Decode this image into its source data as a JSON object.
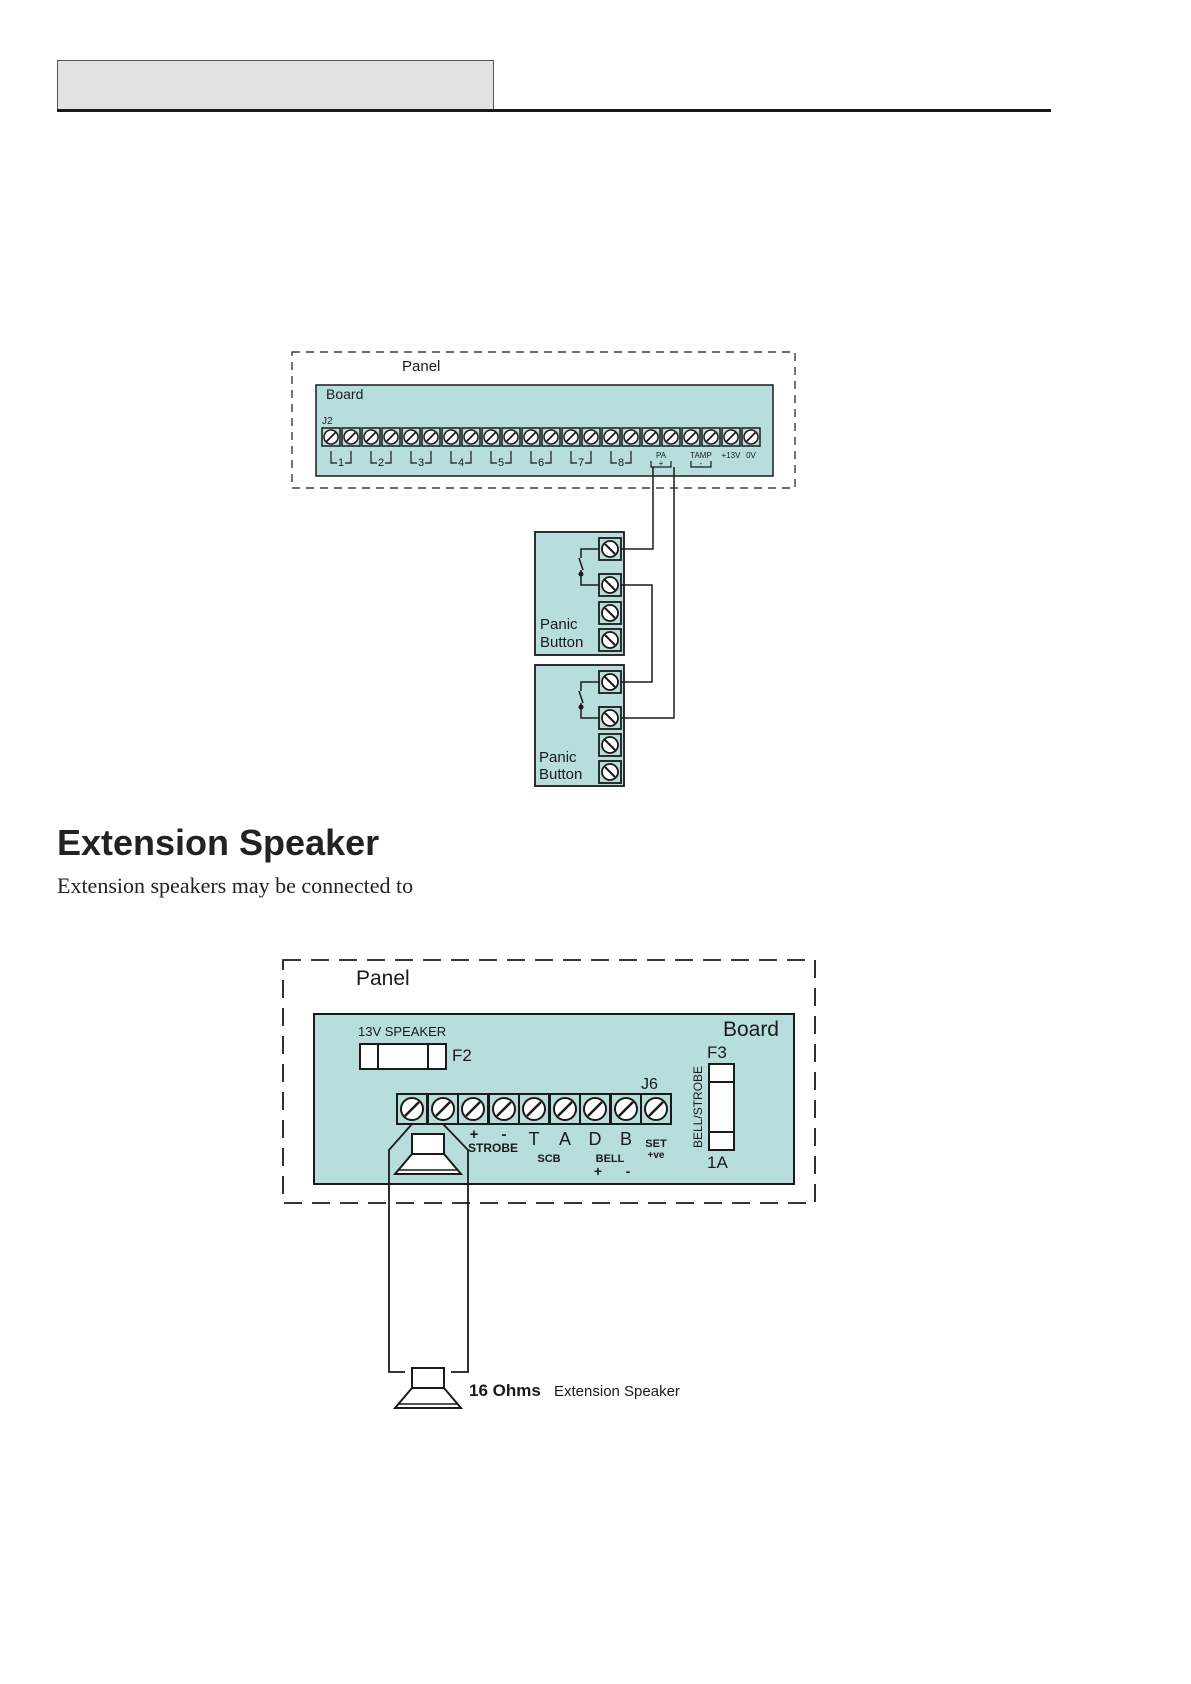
{
  "section": {
    "title": "Extension Speaker",
    "text": "Extension speakers may be connected to"
  },
  "diagram1": {
    "panel_label": "Panel",
    "board_label": "Board",
    "connector": "J2",
    "zone_labels": [
      "1",
      "2",
      "3",
      "4",
      "5",
      "6",
      "7",
      "8"
    ],
    "pa_label": "PA",
    "pa_sign": "+",
    "tamp_label": "TAMP",
    "tamp_sign": "-",
    "v13_label": "+13V",
    "v0_label": "0V",
    "buttons": [
      {
        "line1": "Panic",
        "line2": "Button"
      },
      {
        "line1": "Panic",
        "line2": "Button"
      }
    ]
  },
  "diagram2": {
    "panel_label": "Panel",
    "board_label": "Board",
    "speaker_label": "13V SPEAKER",
    "fuse_f2": "F2",
    "fuse_f3": "F3",
    "fuse_rating": "1A",
    "bell_strobe": "BELL/STROBE",
    "connector": "J6",
    "plus": "+",
    "minus": "-",
    "strobe": "STROBE",
    "t": "T",
    "a": "A",
    "d": "D",
    "b": "B",
    "scb": "SCB",
    "bell": "BELL",
    "set": "SET",
    "ve": "+ve",
    "ohms": "16 Ohms",
    "ext_speaker": "Extension Speaker"
  },
  "colors": {
    "board_fill": "#b7dedc",
    "line": "#1a1a1a"
  }
}
